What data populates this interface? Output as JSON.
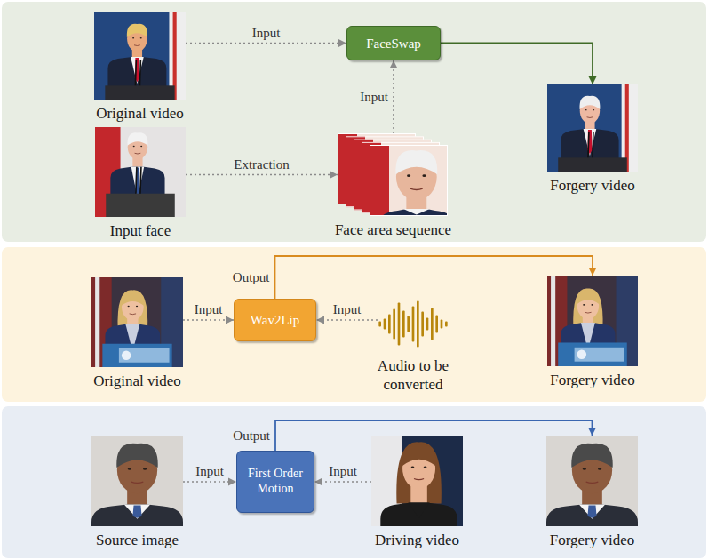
{
  "diagram": {
    "nodes": [
      {
        "text": [
          "Original video"
        ]
      },
      {
        "text": [
          "FaceSwap"
        ]
      },
      {
        "text": [
          "Forgery video"
        ]
      },
      {
        "text": [
          "Input face"
        ]
      },
      {
        "text": [
          "Face area sequence"
        ]
      },
      {
        "text": [
          "Original video"
        ]
      },
      {
        "text": [
          "Wav2Lip"
        ]
      },
      {
        "text": [
          "Audio to be converted"
        ]
      },
      {
        "text": [
          "Forgery video"
        ]
      },
      {
        "text": [
          "Source image"
        ]
      },
      {
        "text": [
          "First Order Motion"
        ]
      },
      {
        "text": [
          "Driving video"
        ]
      },
      {
        "text": [
          "Forgery video"
        ]
      }
    ],
    "edges": [
      {
        "from": 0,
        "to": 1,
        "label": "Input",
        "arrow": "to"
      },
      {
        "from": 3,
        "to": 4,
        "label": "Extraction",
        "arrow": "to"
      },
      {
        "from": 4,
        "to": 1,
        "label": "Input",
        "arrow": "to"
      },
      {
        "from": 1,
        "to": 2,
        "arrow": "to"
      },
      {
        "from": 5,
        "to": 6,
        "label": "Input",
        "arrow": "to"
      },
      {
        "from": 7,
        "to": 6,
        "label": "Input",
        "arrow": "to"
      },
      {
        "from": 6,
        "to": 8,
        "label": "Output",
        "arrow": "to"
      },
      {
        "from": 9,
        "to": 10,
        "label": "Input",
        "arrow": "to"
      },
      {
        "from": 11,
        "to": 10,
        "label": "Input",
        "arrow": "to"
      },
      {
        "from": 10,
        "to": 12,
        "label": "Output",
        "arrow": "to"
      }
    ]
  }
}
